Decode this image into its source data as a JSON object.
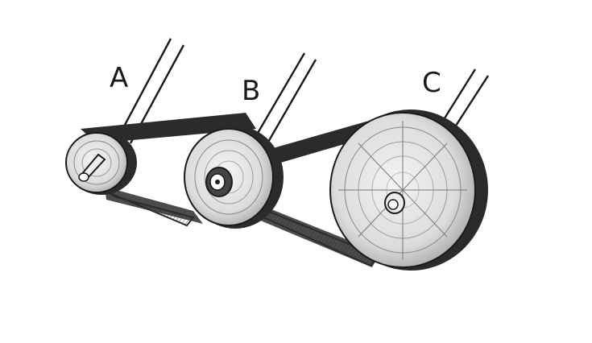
{
  "diagram": {
    "pulleys": [
      {
        "id": "A",
        "label": "A"
      },
      {
        "id": "B",
        "label": "B"
      },
      {
        "id": "C",
        "label": "C"
      }
    ],
    "ink_color": "#1a1a1a",
    "belt_color": "#2b2b2b",
    "paper_color": "#ffffff"
  }
}
